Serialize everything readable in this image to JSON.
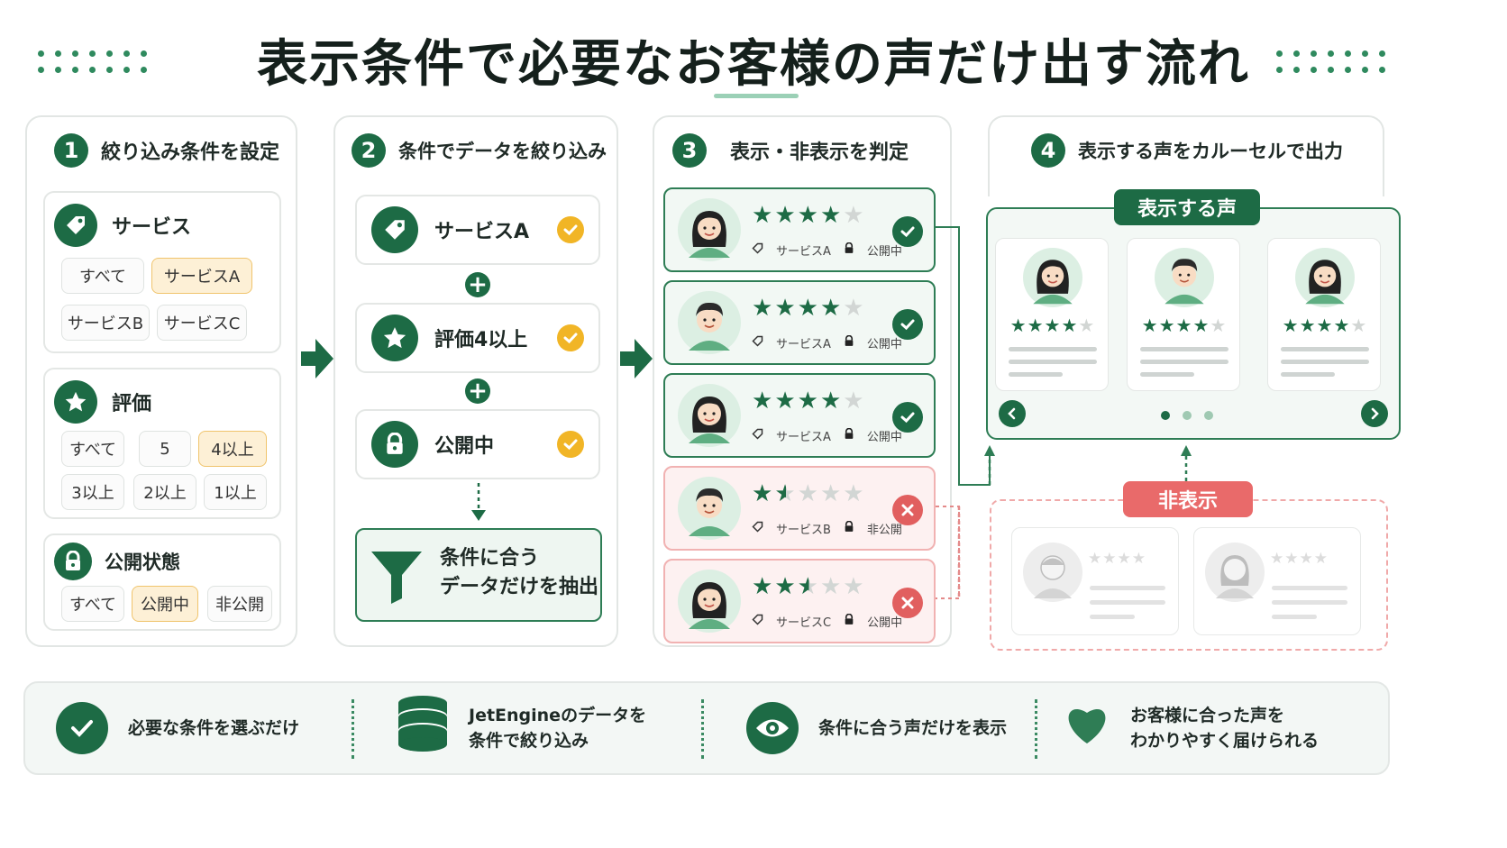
{
  "title": "表示条件で必要なお客様の声だけ出す流れ",
  "colors": {
    "accent": "#1d6b45",
    "selected": "#fdf0d6",
    "check": "#f1b526",
    "reject": "#e15f5f"
  },
  "step1": {
    "num": "1",
    "title": "絞り込み条件を設定",
    "service": {
      "label": "サービス",
      "icon": "tag-icon",
      "chips": [
        "すべて",
        "サービスA",
        "サービスB",
        "サービスC"
      ],
      "selected": "サービスA"
    },
    "rating": {
      "label": "評価",
      "icon": "star-icon",
      "chips": [
        "すべて",
        "5",
        "4以上",
        "3以上",
        "2以上",
        "1以上"
      ],
      "selected": "4以上"
    },
    "status": {
      "label": "公開状態",
      "icon": "lock-icon",
      "chips": [
        "すべて",
        "公開中",
        "非公開"
      ],
      "selected": "公開中"
    }
  },
  "step2": {
    "num": "2",
    "title": "条件でデータを絞り込み",
    "conditions": [
      "サービスA",
      "評価4以上",
      "公開中"
    ],
    "result_line1": "条件に合う",
    "result_line2": "データだけを抽出"
  },
  "step3": {
    "num": "3",
    "title": "表示・非表示を判定",
    "reviews": [
      {
        "stars": 4,
        "service": "サービスA",
        "status": "公開中",
        "shown": true
      },
      {
        "stars": 4,
        "service": "サービスA",
        "status": "公開中",
        "shown": true
      },
      {
        "stars": 4,
        "service": "サービスA",
        "status": "公開中",
        "shown": true
      },
      {
        "stars": 1.5,
        "service": "サービスB",
        "status": "非公開",
        "shown": false
      },
      {
        "stars": 2.5,
        "service": "サービスC",
        "status": "公開中",
        "shown": false
      }
    ]
  },
  "step4": {
    "num": "4",
    "title": "表示する声をカルーセルで出力",
    "shown_label": "表示する声",
    "hidden_label": "非表示",
    "carousel_stars": [
      4,
      4,
      4
    ],
    "carousel_page": 1,
    "carousel_pages": 3
  },
  "footer": {
    "items": [
      {
        "icon": "check-icon",
        "line1": "必要な条件を選ぶだけ",
        "line2": ""
      },
      {
        "icon": "database-icon",
        "line1": "JetEngineのデータを",
        "line2": "条件で絞り込み"
      },
      {
        "icon": "eye-icon",
        "line1": "条件に合う声だけを表示",
        "line2": ""
      },
      {
        "icon": "heart-icon",
        "line1": "お客様に合った声を",
        "line2": "わかりやすく届けられる"
      }
    ]
  }
}
